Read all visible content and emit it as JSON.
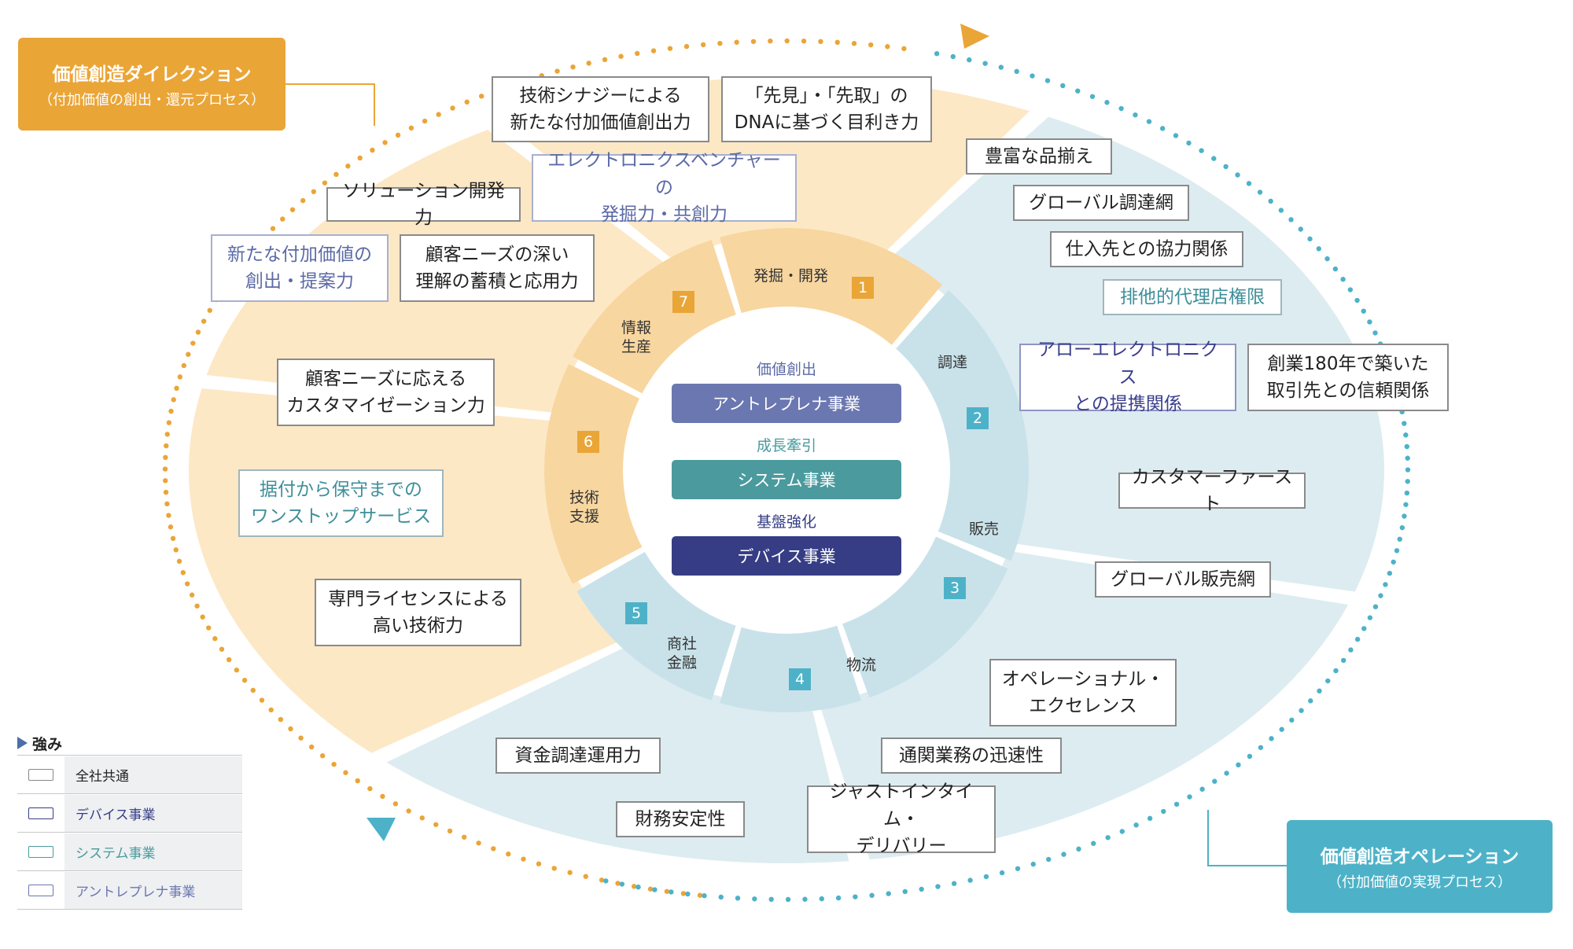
{
  "direction": {
    "title": "価値創造ダイレクション",
    "subtitle": "（付加価値の創出・還元プロセス）"
  },
  "operation": {
    "title": "価値創造オペレーション",
    "subtitle": "（付加価値の実現プロセス）"
  },
  "hub": {
    "entrepreneur_label": "価値創出",
    "entrepreneur_pill": "アントレプレナ事業",
    "system_label": "成長牽引",
    "system_pill": "システム事業",
    "device_label": "基盤強化",
    "device_pill": "デバイス事業"
  },
  "segments": [
    {
      "num": "1",
      "label": "発掘・開発"
    },
    {
      "num": "2",
      "label": "調達"
    },
    {
      "num": "3",
      "label": "販売"
    },
    {
      "num": "4",
      "label": "物流"
    },
    {
      "num": "5",
      "label": "商社\n金融"
    },
    {
      "num": "6",
      "label": "技術\n支援"
    },
    {
      "num": "7",
      "label": "情報\n生産"
    }
  ],
  "strengths": {
    "gijutsu_synergy": "技術シナジーによる\n新たな付加価値創出力",
    "senken": "「先見」・「先取」の\nDNAに基づく目利き力",
    "venture": "エレクトロニクスベンチャーの\n発掘力・共創力",
    "solution": "ソリューション開発力",
    "shintana": "新たな付加価値の\n創出・提案力",
    "kokyaku_fukai": "顧客ニーズの深い\n理解の蓄積と応用力",
    "customize": "顧客ニーズに応える\nカスタマイゼーション力",
    "onestop": "据付から保守までの\nワンストップサービス",
    "license": "専門ライセンスによる\n高い技術力",
    "shikin": "資金調達運用力",
    "zaimu": "財務安定性",
    "jit": "ジャストインタイム・\nデリバリー",
    "tsukan": "通関業務の迅速性",
    "operational": "オペレーショナル・\nエクセレンス",
    "global_hanbai": "グローバル販売網",
    "customer_first": "カスタマーファースト",
    "arrow": "アローエレクトロニクス\nとの提携関係",
    "sogyo": "創業180年で築いた\n取引先との信頼関係",
    "haitateki": "排他的代理店権限",
    "shiiresaki": "仕入先との協力関係",
    "global_chotatsu": "グローバル調達網",
    "hofu": "豊富な品揃え"
  },
  "legend": {
    "title": "強み",
    "items": [
      "全社共通",
      "デバイス事業",
      "システム事業",
      "アントレプレナ事業"
    ]
  },
  "colors": {
    "orange": "#eaa537",
    "blue": "#4db2c8",
    "orange_light": "#fde8c6",
    "orange_mid": "#f8d6a0",
    "blue_light": "#ddecf1",
    "blue_mid": "#c9e2ea",
    "entrepreneur": "#6b77b0",
    "system": "#4a9a9e",
    "device": "#363d85"
  }
}
